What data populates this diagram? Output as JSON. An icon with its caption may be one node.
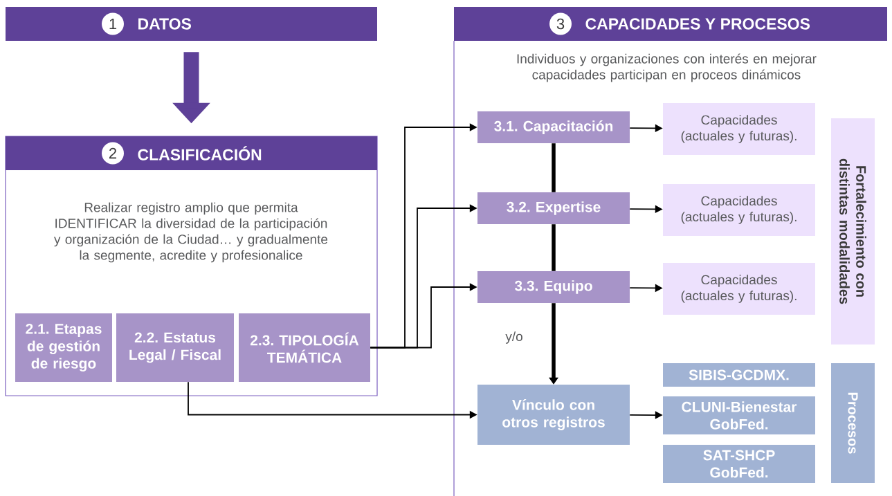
{
  "diagram": {
    "nodes": [
      {
        "text": [
          "1",
          "DATOS"
        ]
      },
      {
        "text": [
          "Realizar registro amplio que permita IDENTIFICAR la diversidad de la participación y organización de la Ciudad… y gradualmente la segmente, acredite y profesionalice"
        ]
      },
      {
        "text": [
          "2",
          "CLASIFICACIÓN"
        ],
        "in": 1
      },
      {
        "text": [
          "2.1. Etapas de gestión de riesgo"
        ],
        "in": 1
      },
      {
        "text": [
          "2.2. Estatus Legal / Fiscal"
        ],
        "in": 1
      },
      {
        "text": [
          "2.3. TIPOLOGÍA TEMÁTICA"
        ],
        "in": 1
      },
      {
        "text": [
          "Individuos y organizaciones con interés en mejorar capacidades participan en proceos dinámicos"
        ]
      },
      {
        "text": [
          "3",
          "CAPACIDADES Y PROCESOS"
        ]
      },
      {
        "text": [
          "3.1. Capacitación"
        ],
        "in": 6
      },
      {
        "text": [
          "Capacidades (actuales y futuras)."
        ],
        "in": 6
      },
      {
        "text": [
          "3.2. Expertise"
        ],
        "in": 6
      },
      {
        "text": [
          "Capacidades (actuales y futuras)."
        ],
        "in": 6
      },
      {
        "text": [
          "3.3. Equipo"
        ],
        "in": 6
      },
      {
        "text": [
          "Capacidades (actuales y futuras)."
        ],
        "in": 6
      },
      {
        "text": [
          "Fortalecimiento con distintas modalidades"
        ]
      },
      {
        "text": [
          "Vínculo con otros registros"
        ],
        "in": 6
      },
      {
        "text": [
          "SIBIS-GCDMX."
        ],
        "in": 6
      },
      {
        "text": [
          "CLUNI-Bienestar GobFed."
        ],
        "in": 6
      },
      {
        "text": [
          "SAT-SHCP GobFed."
        ],
        "in": 6
      },
      {
        "text": [
          "Procesos"
        ]
      }
    ],
    "edges": [
      {
        "from": 0,
        "to": 1,
        "arrow": "to",
        "style": "thick",
        "color": "#5e4198"
      },
      {
        "from": 5,
        "to": 8,
        "arrow": "to"
      },
      {
        "from": 5,
        "to": 10,
        "arrow": "to"
      },
      {
        "from": 5,
        "to": 12,
        "arrow": "to"
      },
      {
        "from": 4,
        "to": 15,
        "arrow": "to"
      },
      {
        "from": 8,
        "to": 9,
        "arrow": "to"
      },
      {
        "from": 10,
        "to": 11,
        "arrow": "to"
      },
      {
        "from": 12,
        "to": 13,
        "arrow": "to"
      },
      {
        "from": 8,
        "to": 10,
        "arrow": "none",
        "style": "thick"
      },
      {
        "from": 10,
        "to": 12,
        "arrow": "none",
        "style": "thick"
      },
      {
        "from": 12,
        "to": 15,
        "arrow": "to",
        "style": "thick",
        "label": "y/o"
      },
      {
        "from": 15,
        "to": 17,
        "arrow": "to"
      }
    ]
  }
}
